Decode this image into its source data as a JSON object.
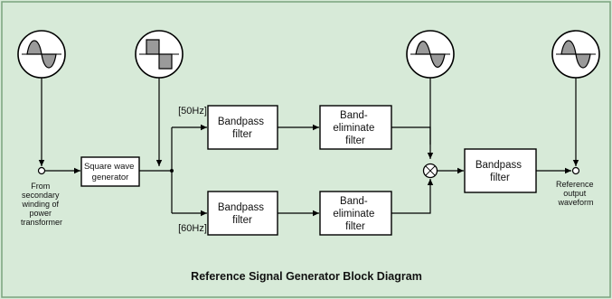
{
  "diagram": {
    "title": "Reference Signal Generator Block Diagram",
    "input_label": [
      "From",
      "secondary",
      "winding of",
      "power",
      "transformer"
    ],
    "square_wave_generator": [
      "Square wave",
      "generator"
    ],
    "freq_top": "[50Hz]",
    "freq_bottom": "[60Hz]",
    "bandpass_top": [
      "Bandpass",
      "filter"
    ],
    "band_elim_top": [
      "Band-",
      "eliminate",
      "filter"
    ],
    "bandpass_bottom": [
      "Bandpass",
      "filter"
    ],
    "band_elim_bottom": [
      "Band-",
      "eliminate",
      "filter"
    ],
    "bandpass_output": [
      "Bandpass",
      "filter"
    ],
    "output_label": [
      "Reference",
      "output",
      "waveform"
    ],
    "colors": {
      "background": "#d7ead8",
      "frame": "#7aa37e",
      "waveform_fill": "#9a9a9a"
    }
  }
}
